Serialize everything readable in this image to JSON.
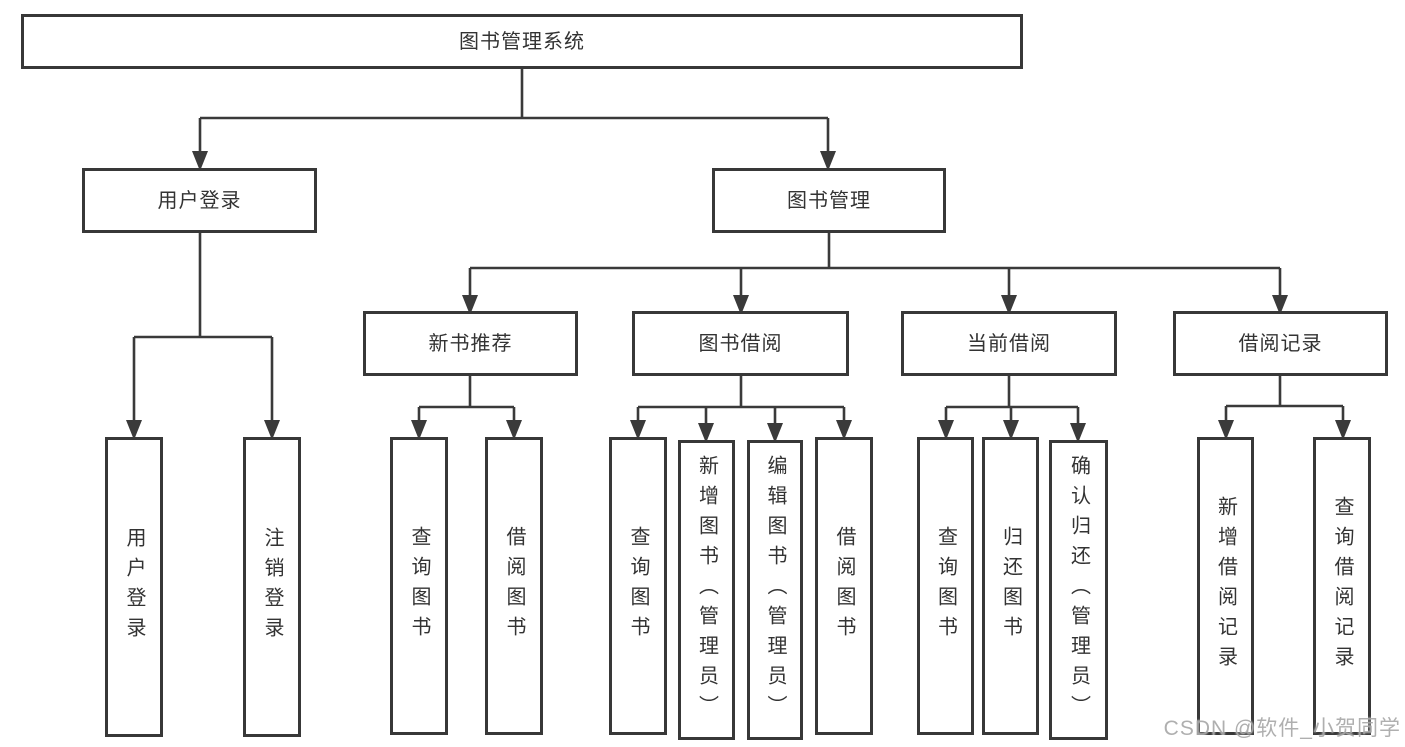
{
  "diagram": {
    "tree": {
      "root": {
        "label": "图书管理系统"
      },
      "branches": [
        {
          "label": "用户登录",
          "children": [
            {
              "label": "用户登录"
            },
            {
              "label": "注销登录"
            }
          ]
        },
        {
          "label": "图书管理",
          "children": [
            {
              "label": "新书推荐",
              "children": [
                {
                  "label": "查询图书"
                },
                {
                  "label": "借阅图书"
                }
              ]
            },
            {
              "label": "图书借阅",
              "children": [
                {
                  "label": "查询图书"
                },
                {
                  "label": "新增图书（管理员）"
                },
                {
                  "label": "编辑图书（管理员）"
                },
                {
                  "label": "借阅图书"
                }
              ]
            },
            {
              "label": "当前借阅",
              "children": [
                {
                  "label": "查询图书"
                },
                {
                  "label": "归还图书"
                },
                {
                  "label": "确认归还（管理员）"
                }
              ]
            },
            {
              "label": "借阅记录",
              "children": [
                {
                  "label": "新增借阅记录"
                },
                {
                  "label": "查询借阅记录"
                }
              ]
            }
          ]
        }
      ]
    },
    "colors": {
      "line": "#3a3a3a",
      "border": "#383838",
      "text": "#333333",
      "background": "#ffffff",
      "watermark": "#a9a9a9"
    }
  },
  "watermark": {
    "text": "CSDN @软件_小贺同学"
  }
}
